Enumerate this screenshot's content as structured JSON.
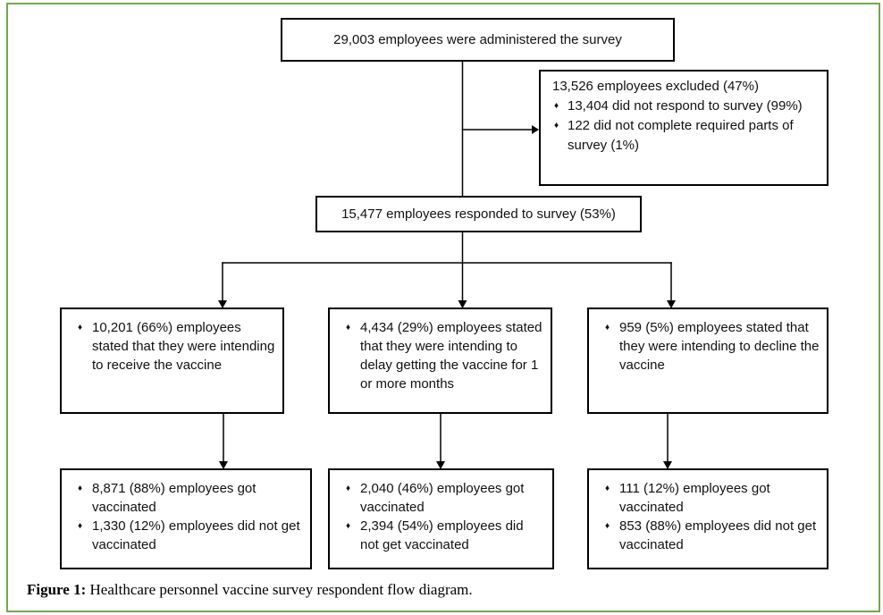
{
  "figure": {
    "caption_label": "Figure 1:",
    "caption_text": " Healthcare personnel vaccine survey respondent flow diagram."
  },
  "flowchart": {
    "bullet": "♦",
    "nodes": {
      "administered": {
        "text": "29,003 employees were administered the survey"
      },
      "excluded": {
        "title": "13,526 employees excluded (47%)",
        "bullets": [
          "13,404 did not respond to survey (99%)",
          "122 did not complete required parts of survey (1%)"
        ]
      },
      "responded": {
        "text": "15,477 employees responded to survey (53%)"
      },
      "intend_receive": {
        "bullets": [
          "10,201 (66%) employees stated that they were intending to receive the vaccine"
        ]
      },
      "intend_delay": {
        "bullets": [
          "4,434 (29%) employees stated that they were intending to delay getting the vaccine for 1 or more months"
        ]
      },
      "intend_decline": {
        "bullets": [
          "959 (5%) employees stated that they were intending to decline the vaccine"
        ]
      },
      "outcome_receive": {
        "bullets": [
          "8,871 (88%) employees got vaccinated",
          "1,330 (12%) employees did not get vaccinated"
        ]
      },
      "outcome_delay": {
        "bullets": [
          "2,040 (46%) employees got vaccinated",
          "2,394 (54%) employees did not get vaccinated"
        ]
      },
      "outcome_decline": {
        "bullets": [
          "111 (12%) employees got vaccinated",
          "853 (88%) employees did not get vaccinated"
        ]
      }
    }
  },
  "colors": {
    "page_border_green": "#70a850",
    "box_border": "#000000",
    "text": "#111111"
  }
}
